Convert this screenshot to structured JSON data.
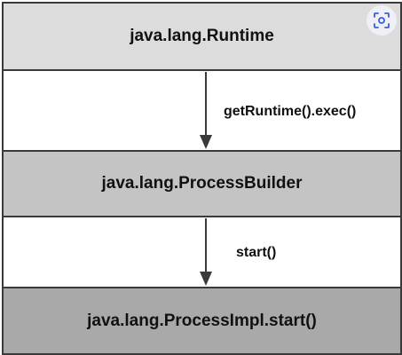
{
  "diagram": {
    "nodes": [
      {
        "id": "runtime",
        "label": "java.lang.Runtime"
      },
      {
        "id": "processbuilder",
        "label": "java.lang.ProcessBuilder"
      },
      {
        "id": "processimpl",
        "label": "java.lang.ProcessImpl.start()"
      }
    ],
    "edges": [
      {
        "from": "runtime",
        "to": "processbuilder",
        "label": "getRuntime().exec()"
      },
      {
        "from": "processbuilder",
        "to": "processimpl",
        "label": "start()"
      }
    ]
  },
  "overlay": {
    "icon": "visual-search-lens-icon"
  },
  "colors": {
    "box1_fill": "#dcdcdc",
    "box2_fill": "#c4c4c4",
    "box3_fill": "#a9a9a9",
    "border": "#3a3a3a",
    "text": "#111111"
  }
}
